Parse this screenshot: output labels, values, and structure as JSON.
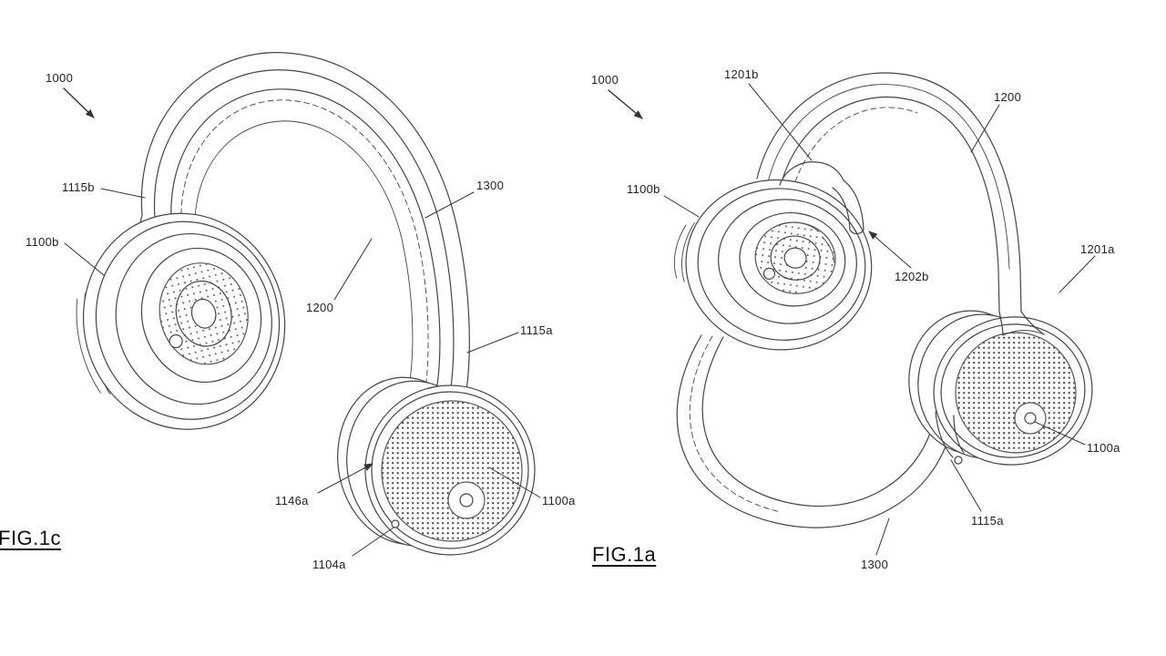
{
  "page": {
    "background": "#ffffff",
    "ink": "#454545",
    "label_ink": "#222222",
    "description_visible_text_only": true
  },
  "figures": [
    {
      "caption": "FIG.1c",
      "labels": [
        {
          "ref": "1000"
        },
        {
          "ref": "1115b"
        },
        {
          "ref": "1100b"
        },
        {
          "ref": "1300"
        },
        {
          "ref": "1200"
        },
        {
          "ref": "1115a"
        },
        {
          "ref": "1146a"
        },
        {
          "ref": "1100a"
        },
        {
          "ref": "1104a"
        }
      ]
    },
    {
      "caption": "FIG.1a",
      "labels": [
        {
          "ref": "1000"
        },
        {
          "ref": "1201b"
        },
        {
          "ref": "1200"
        },
        {
          "ref": "1100b"
        },
        {
          "ref": "1202b"
        },
        {
          "ref": "1201a"
        },
        {
          "ref": "1100a"
        },
        {
          "ref": "1115a"
        },
        {
          "ref": "1300"
        }
      ]
    }
  ]
}
